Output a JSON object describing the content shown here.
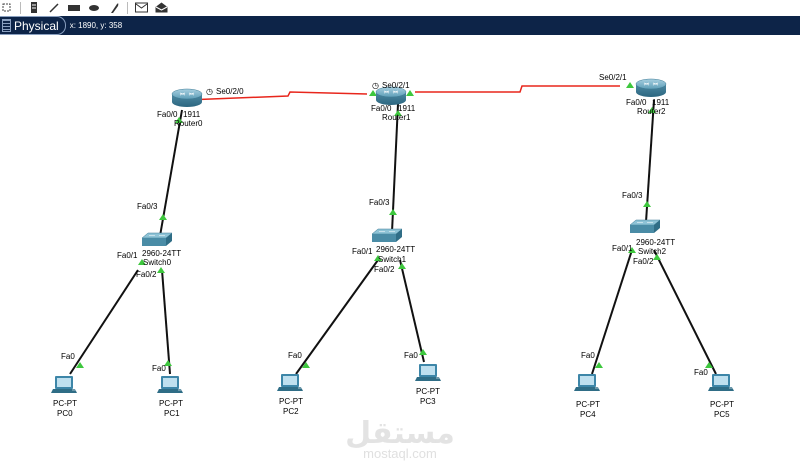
{
  "toolbar": {
    "icons": [
      "select-icon",
      "note-icon",
      "line-icon",
      "rectangle-icon",
      "ellipse-icon",
      "freehand-icon",
      "add-pdu-icon",
      "complex-pdu-icon"
    ]
  },
  "modebar": {
    "mode_label": "Physical",
    "coords": "x: 1890, y: 358"
  },
  "colors": {
    "serial_link": "#e8261c",
    "ethernet_link": "#111111",
    "port_up": "#3ec73e",
    "modebar_bg": "#0d2448"
  },
  "routers": [
    {
      "name": "Router0",
      "model": "1911",
      "fa_port": "Fa0/0",
      "serial_port": "Se0/2/0"
    },
    {
      "name": "Router1",
      "model": "1911",
      "fa_port": "Fa0/0",
      "serial_port": "Se0/2/1"
    },
    {
      "name": "Router2",
      "model": "1911",
      "fa_port": "Fa0/0",
      "serial_port": "Se0/2/1"
    }
  ],
  "switches": [
    {
      "name": "Switch0",
      "model": "2960-24TT",
      "uplink": "Fa0/3",
      "port1": "Fa0/1",
      "port2": "Fa0/2"
    },
    {
      "name": "Switch1",
      "model": "2960-24TT",
      "uplink": "Fa0/3",
      "port1": "Fa0/1",
      "port2": "Fa0/2"
    },
    {
      "name": "Switch2",
      "model": "2960-24TT",
      "uplink": "Fa0/3",
      "port1": "Fa0/1",
      "port2": "Fa0/2"
    }
  ],
  "pcs": [
    {
      "name": "PC0",
      "model": "PC-PT",
      "port": "Fa0"
    },
    {
      "name": "PC1",
      "model": "PC-PT",
      "port": "Fa0"
    },
    {
      "name": "PC2",
      "model": "PC-PT",
      "port": "Fa0"
    },
    {
      "name": "PC3",
      "model": "PC-PT",
      "port": "Fa0"
    },
    {
      "name": "PC4",
      "model": "PC-PT",
      "port": "Fa0"
    },
    {
      "name": "PC5",
      "model": "PC-PT",
      "port": "Fa0"
    }
  ],
  "watermark": {
    "arabic": "مستقل",
    "latin": "mostaql.com"
  }
}
